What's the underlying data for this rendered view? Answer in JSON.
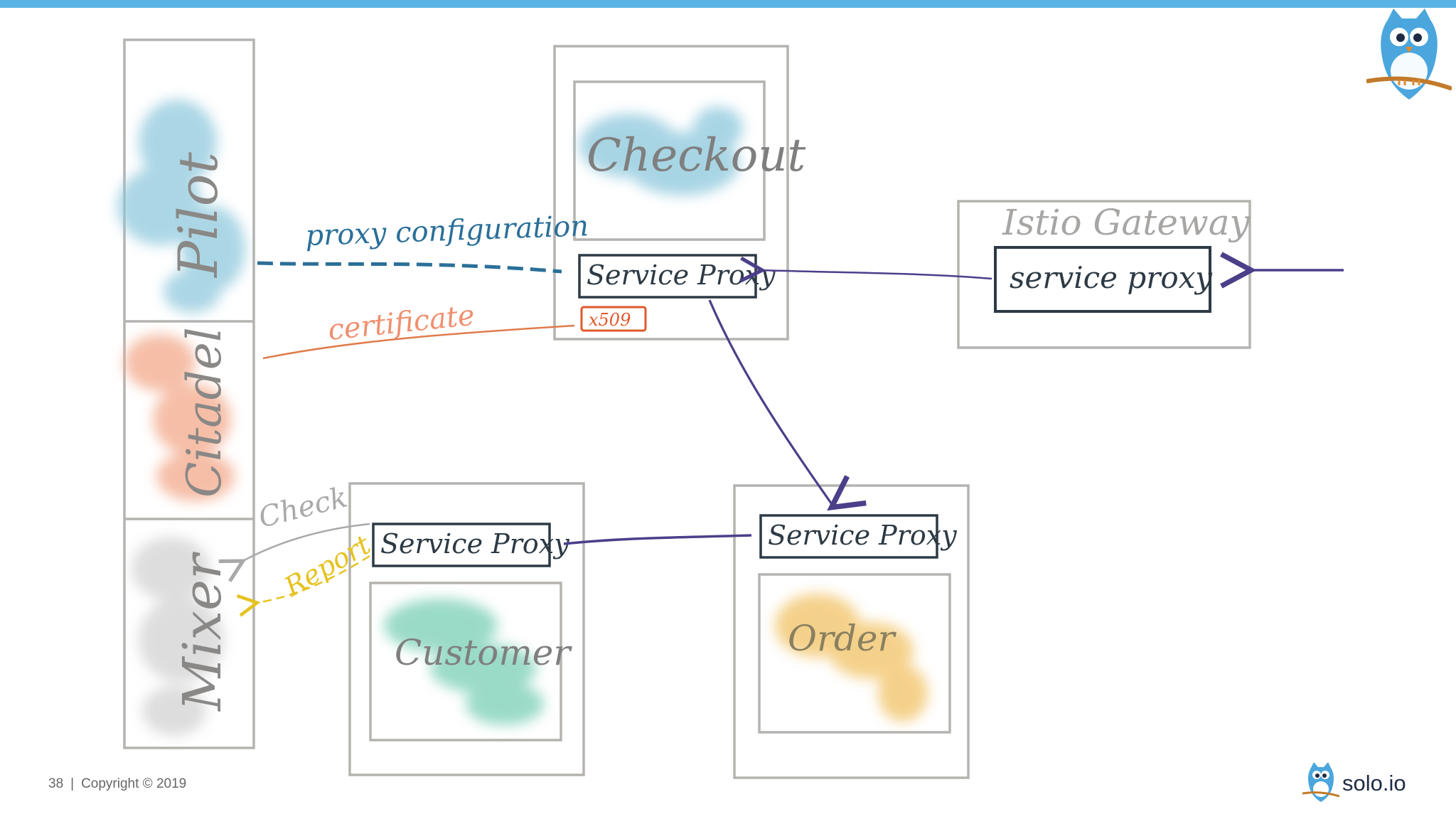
{
  "colors": {
    "top_bar": "#5ab3e5",
    "box_gray": "#b5b3b0",
    "proxy_dark": "#2d3a45",
    "pilot_blue": "#2a6f98",
    "citadel_orange": "#e07b4c",
    "mixer_gray": "#a9a9a9",
    "report_yellow": "#e6c21f",
    "arrow_purple": "#4b3f8a",
    "checkout_wash": "#8cc7dc",
    "customer_wash": "#79cfb5",
    "order_wash": "#f2c56a"
  },
  "control_plane": {
    "pilot": "Pilot",
    "citadel": "Citadel",
    "mixer": "Mixer"
  },
  "services": {
    "checkout": "Checkout",
    "customer": "Customer",
    "order": "Order"
  },
  "proxies": {
    "checkout_proxy": "Service Proxy",
    "customer_proxy": "Service Proxy",
    "order_proxy": "Service Proxy",
    "gateway_proxy": "service proxy"
  },
  "gateway": {
    "title": "Istio Gateway"
  },
  "links": {
    "proxy_config": "proxy configuration",
    "certificate": "certificate",
    "x509": "x509",
    "check": "Check",
    "report": "Report"
  },
  "footer": {
    "page_number": "38",
    "separator": "|",
    "copyright": "Copyright © 2019"
  },
  "brand": {
    "name": "solo.io"
  },
  "icons": {
    "top_logo": "owl-icon",
    "footer_logo": "owl-icon"
  }
}
